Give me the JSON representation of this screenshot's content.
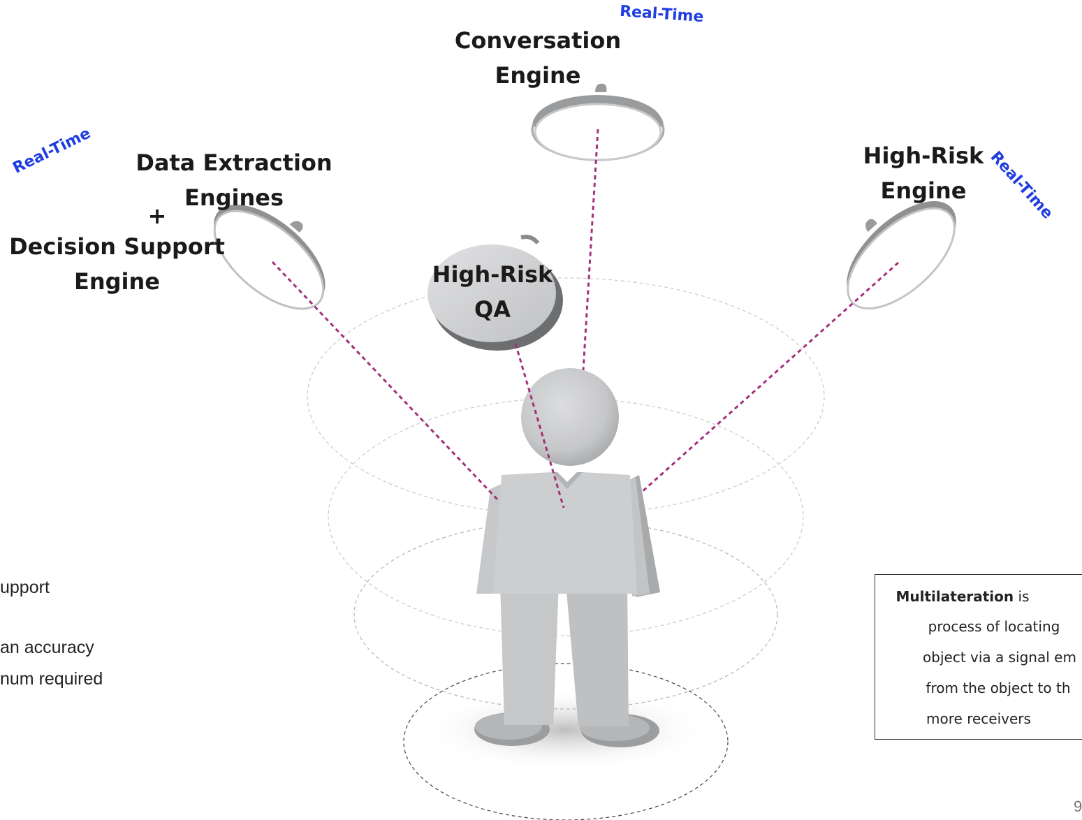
{
  "engines": {
    "conversation": {
      "line1": "Conversation",
      "line2": "Engine",
      "tag": "Real-Time"
    },
    "data_extraction": {
      "line1": "Data Extraction",
      "line2": "Engines",
      "plus": "+",
      "line3": "Decision Support",
      "line4": "Engine",
      "tag": "Real-Time"
    },
    "high_risk": {
      "line1": "High-Risk",
      "line2": "Engine",
      "tag": "Real-Time"
    },
    "high_risk_qa": {
      "line1": "High-Risk",
      "line2": "QA"
    }
  },
  "bullets": {
    "line1": "upport",
    "line2": "an accuracy",
    "line3": "num required"
  },
  "info_box": {
    "term": "Multilateration",
    "line1_rest": " is",
    "line2": "process of locating",
    "line3": "object via a signal em",
    "line4": "from the object to th",
    "line5": "more receivers"
  },
  "page_number": "9",
  "colors": {
    "realtime_text": "#1f3de0",
    "signal_line": "#a3307a",
    "figure_gray": "#cfd0d2",
    "dish_gray": "#9a9b9d"
  }
}
